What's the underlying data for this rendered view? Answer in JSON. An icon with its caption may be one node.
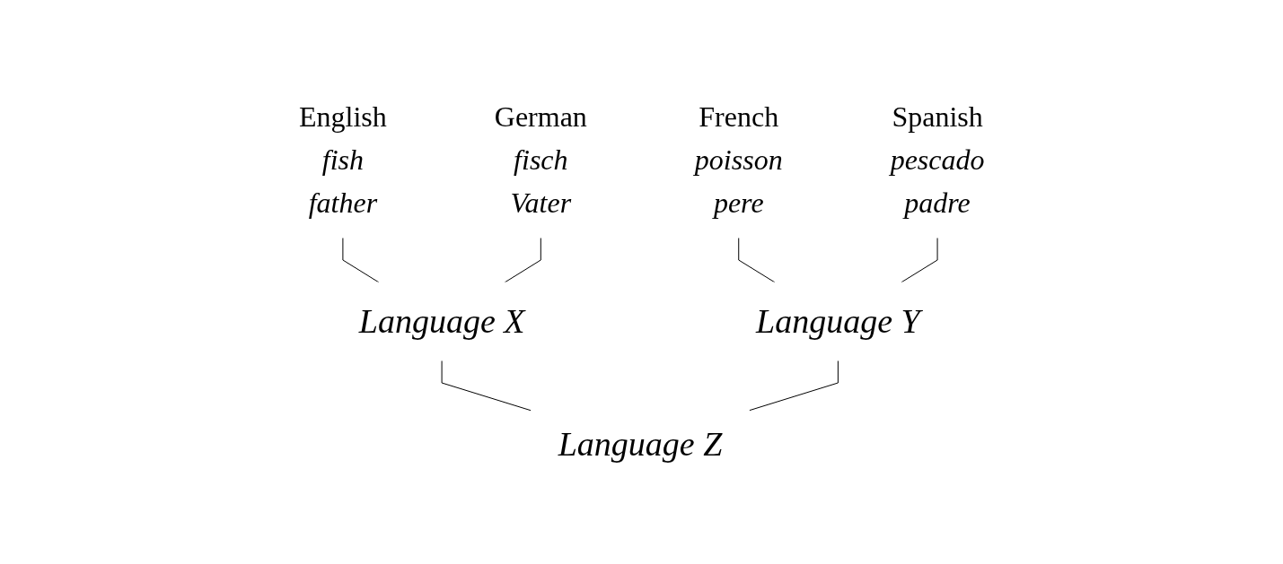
{
  "diagram": {
    "nodes": [
      {
        "text": [
          "English",
          "fish",
          "father"
        ]
      },
      {
        "text": [
          "German",
          "fisch",
          "Vater"
        ]
      },
      {
        "text": [
          "French",
          "poisson",
          "pere"
        ]
      },
      {
        "text": [
          "Spanish",
          "pescado",
          "padre"
        ]
      },
      {
        "text": [
          "Language X"
        ]
      },
      {
        "text": [
          "Language Y"
        ]
      },
      {
        "text": [
          "Language Z"
        ]
      }
    ],
    "edges": [
      {
        "from": 0,
        "to": 4,
        "arrow": "none"
      },
      {
        "from": 1,
        "to": 4,
        "arrow": "none"
      },
      {
        "from": 2,
        "to": 5,
        "arrow": "none"
      },
      {
        "from": 3,
        "to": 5,
        "arrow": "none"
      },
      {
        "from": 4,
        "to": 6,
        "arrow": "none"
      },
      {
        "from": 5,
        "to": 6,
        "arrow": "none"
      }
    ]
  }
}
